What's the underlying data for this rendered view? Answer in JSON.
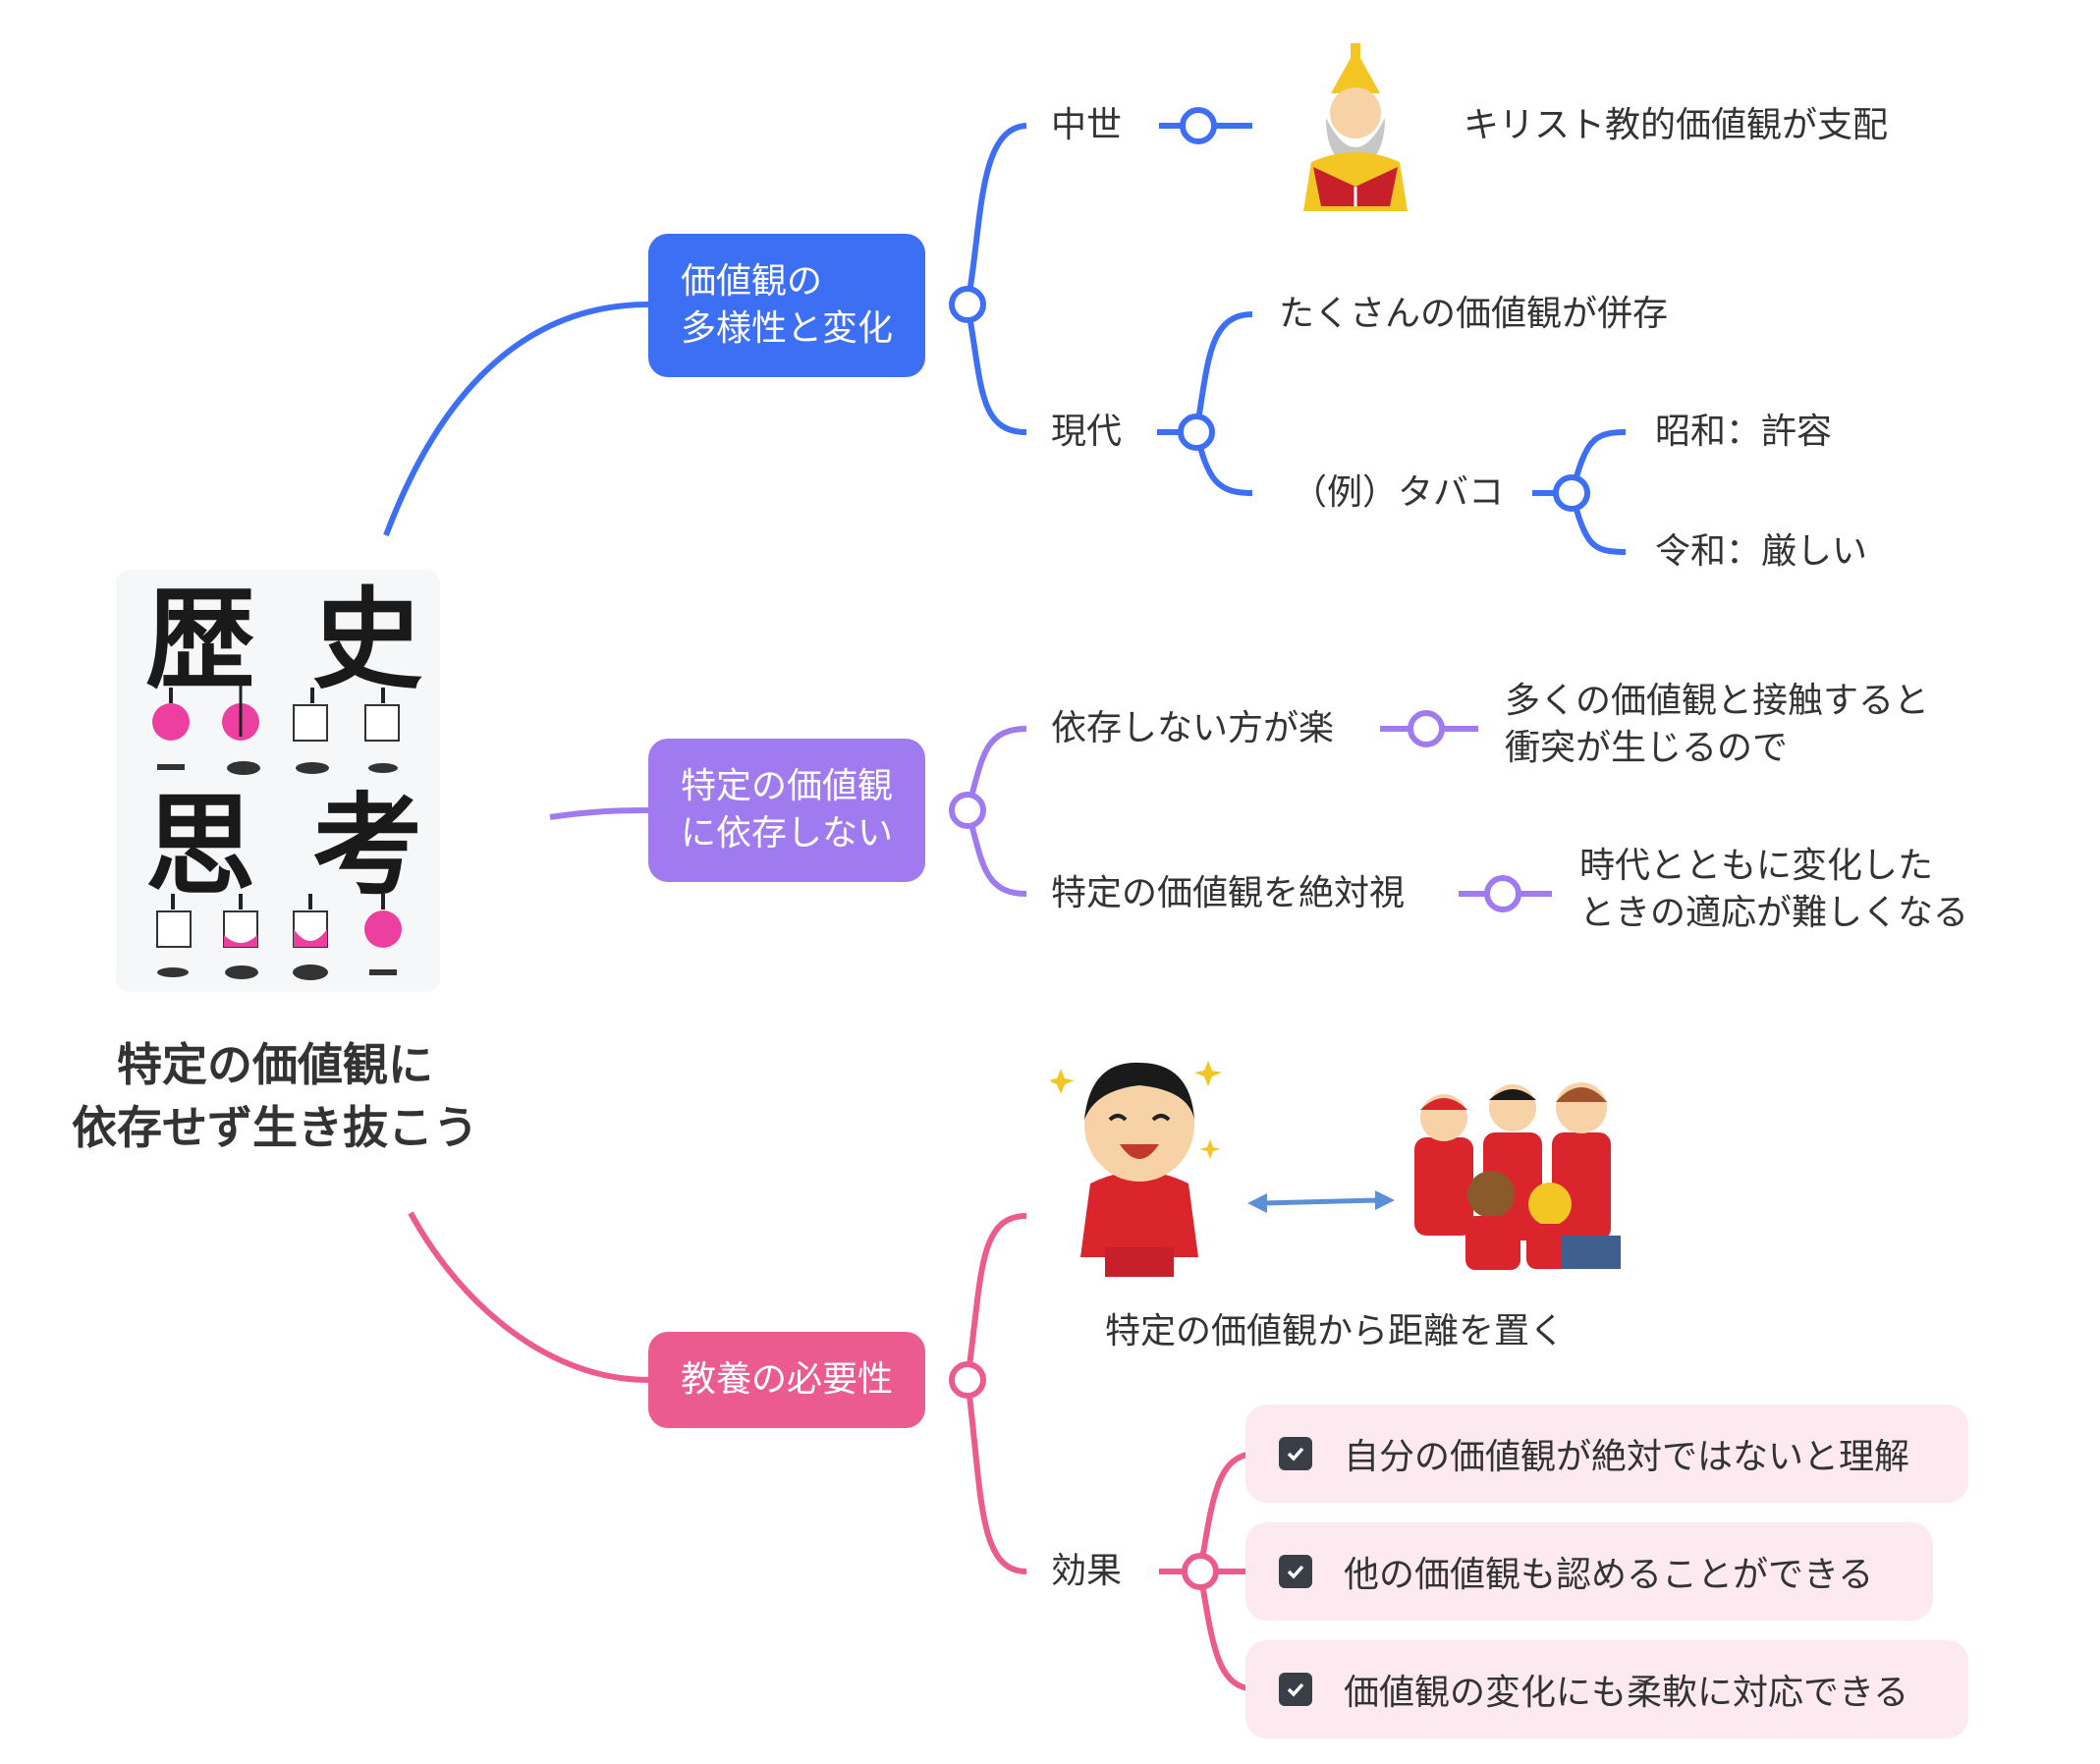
{
  "root": {
    "cover_kanji": [
      "歴",
      "史",
      "思",
      "考"
    ],
    "title": "特定の価値観に\n依存せず生き抜こう"
  },
  "branches": {
    "blue": {
      "label": "価値観の\n多様性と変化",
      "color": "#3d6ff5",
      "children": {
        "medieval": {
          "label": "中世",
          "note": "キリスト教的価値観が支配",
          "illustration": "bishop-reading-book"
        },
        "modern": {
          "label": "現代",
          "coexist": "たくさんの価値観が併存",
          "example": {
            "label": "（例）タバコ",
            "showa": "昭和：許容",
            "reiwa": "令和：厳しい"
          }
        }
      }
    },
    "purple": {
      "label": "特定の価値観\nに依存しない",
      "color": "#a07bf0",
      "children": {
        "easier": {
          "label": "依存しない方が楽",
          "reason": "多くの価値観と接触すると\n衝突が生じるので"
        },
        "absolute": {
          "label": "特定の価値観を絶対視",
          "reason": "時代とともに変化した\nときの適応が難しくなる"
        }
      }
    },
    "pink": {
      "label": "教養の必要性",
      "color": "#ec5b8d",
      "children": {
        "distance": {
          "label": "特定の価値観から距離を置く",
          "illustration_left": "smiling-boy",
          "illustration_right": "group-of-people"
        },
        "effect": {
          "label": "効果",
          "items": [
            "自分の価値観が絶対ではないと理解",
            "他の価値観も認めることができる",
            "価値観の変化にも柔軟に対応できる"
          ]
        }
      }
    }
  }
}
